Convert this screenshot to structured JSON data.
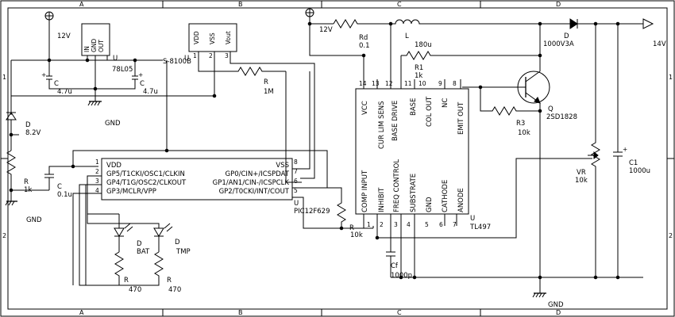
{
  "border": {
    "cols": [
      "A",
      "B",
      "C",
      "D"
    ],
    "rows": [
      "1",
      "2"
    ]
  },
  "components": {
    "reg_78l05": {
      "ref": "U",
      "value": "78L05",
      "pins": [
        "IN",
        "GND",
        "OUT"
      ],
      "supply": "12V"
    },
    "c_in": {
      "ref": "C",
      "value": "4.7u"
    },
    "c_out": {
      "ref": "C",
      "value": "4.7u"
    },
    "s8100b": {
      "ref": "U",
      "value": "S-8100B",
      "pins": [
        "VDD",
        "VSS",
        "Vout"
      ],
      "pin_numbers": [
        "1",
        "2",
        "3"
      ]
    },
    "r_1m": {
      "ref": "R",
      "value": "1M"
    },
    "zener": {
      "ref": "D",
      "value": "8.2V"
    },
    "r_1k": {
      "ref": "R",
      "value": "1k"
    },
    "c_01u": {
      "ref": "C",
      "value": "0.1u"
    },
    "pic": {
      "ref": "U",
      "value": "PIC12F629",
      "left_pins": [
        {
          "num": "1",
          "name": "VDD"
        },
        {
          "num": "2",
          "name": "GP5/T1CKI/OSC1/CLKIN"
        },
        {
          "num": "3",
          "name": "GP4/T1G/OSC2/CLKOUT"
        },
        {
          "num": "4",
          "name": "GP3/MCLR/VPP"
        }
      ],
      "right_pins": [
        {
          "num": "8",
          "name": "VSS"
        },
        {
          "num": "7",
          "name": "GP0/CIN+/ICSPDAT"
        },
        {
          "num": "6",
          "name": "GP1/AN1/CIN-/ICSPCLK"
        },
        {
          "num": "5",
          "name": "GP2/T0CKI/INT/COUT"
        }
      ]
    },
    "led_bat": {
      "ref": "D",
      "value": "BAT"
    },
    "led_tmp": {
      "ref": "D",
      "value": "TMP"
    },
    "r_470a": {
      "ref": "R",
      "value": "470"
    },
    "r_470b": {
      "ref": "R",
      "value": "470"
    },
    "r_10k_pic": {
      "ref": "R",
      "value": "10k"
    },
    "tl497": {
      "ref": "U",
      "value": "TL497",
      "top_pins": [
        {
          "num": "14",
          "name": "VCC"
        },
        {
          "num": "13",
          "name": "CUR LIM SENS"
        },
        {
          "num": "12",
          "name": "BASE DRIVE"
        },
        {
          "num": "11",
          "name": "BASE"
        },
        {
          "num": "10",
          "name": "COL OUT"
        },
        {
          "num": "9",
          "name": "NC"
        },
        {
          "num": "8",
          "name": "EMIT OUT"
        }
      ],
      "bottom_pins": [
        {
          "num": "1",
          "name": "COMP INPUT"
        },
        {
          "num": "2",
          "name": "INHIBIT"
        },
        {
          "num": "3",
          "name": "FREQ CONTROL"
        },
        {
          "num": "4",
          "name": "SUBSTRATE"
        },
        {
          "num": "5",
          "name": "GND"
        },
        {
          "num": "6",
          "name": "CATHODE"
        },
        {
          "num": "7",
          "name": "ANODE"
        }
      ]
    },
    "rd": {
      "ref": "Rd",
      "value": "0.1"
    },
    "inductor": {
      "ref": "L",
      "value": "180u"
    },
    "diode_out": {
      "ref": "D",
      "value": "1000V3A"
    },
    "r1": {
      "ref": "R1",
      "value": "1k"
    },
    "transistor": {
      "ref": "Q",
      "value": "2SD1828"
    },
    "r3": {
      "ref": "R3",
      "value": "10k"
    },
    "vr": {
      "ref": "VR",
      "value": "10k"
    },
    "c1": {
      "ref": "C1",
      "value": "1000u"
    },
    "cf": {
      "ref": "Cf",
      "value": "1000p"
    }
  },
  "nets": {
    "supply_12v": "12V",
    "output": "14V",
    "ground": "GND"
  }
}
